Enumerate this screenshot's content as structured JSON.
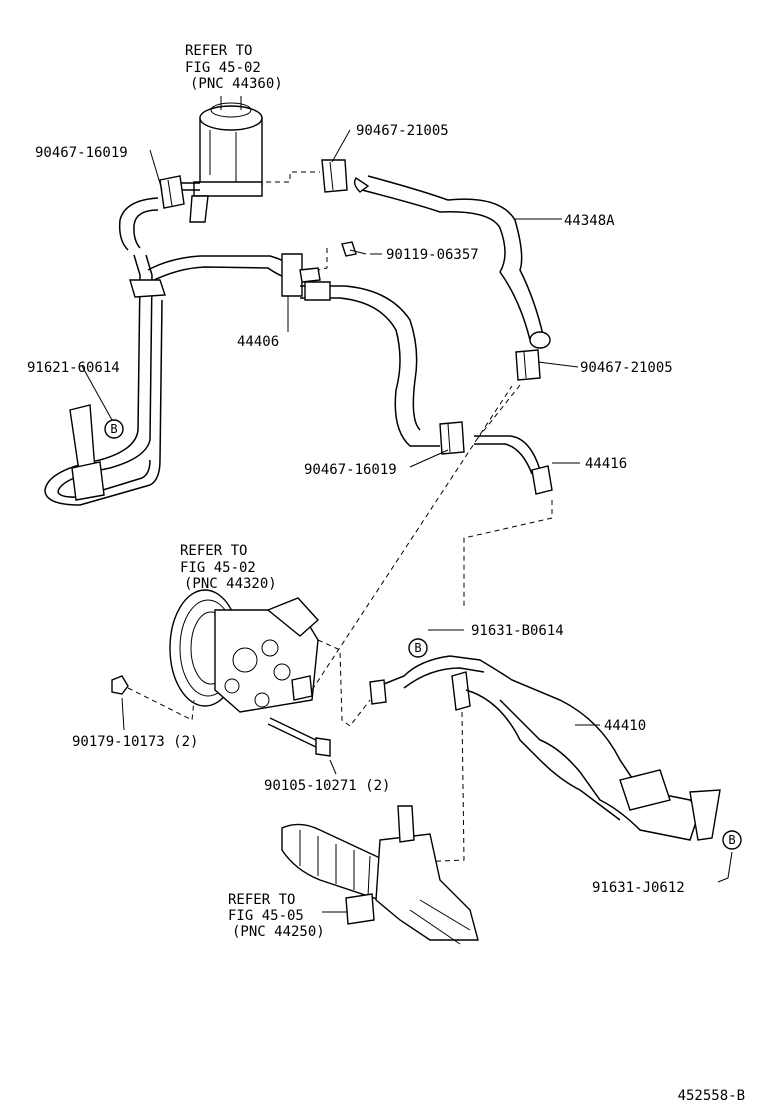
{
  "refs": {
    "reservoir": [
      "REFER TO",
      "FIG 45-02",
      "(PNC 44360)"
    ],
    "pump": [
      "REFER TO",
      "FIG 45-02",
      "(PNC 44320)"
    ],
    "gear": [
      "REFER TO",
      "FIG 45-05",
      "(PNC 44250)"
    ]
  },
  "parts": {
    "clamp_top_left": "90467-16019",
    "clamp_top_right": "90467-21005",
    "hose_return": "44348A",
    "bolt_top": "90119-06357",
    "tube_44406": "44406",
    "clamp_91621": "91621-60614",
    "clamp_mid_right": "90467-21005",
    "clamp_mid": "90467-16019",
    "tube_44416": "44416",
    "clamp_91631_b": "91631-B0614",
    "nut_pump": "90179-10173 (2)",
    "hose_44410": "44410",
    "bolt_pump": "90105-10271 (2)",
    "clamp_91631_j": "91631-J0612"
  },
  "callout_letter": "B",
  "diagram_code": "452558-B"
}
